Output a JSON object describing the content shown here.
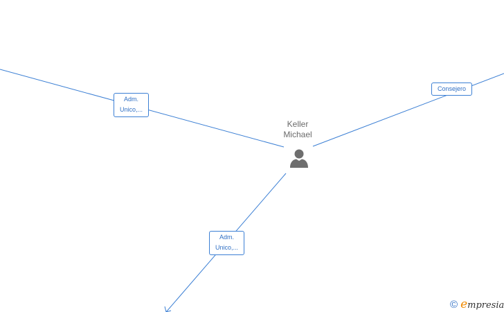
{
  "center": {
    "name_line1": "Keller",
    "name_line2": "Michael",
    "icon": "person-icon"
  },
  "edges": [
    {
      "role": "Adm. Unico,...",
      "line1": "Adm.",
      "line2": "Unico,...",
      "direction": "upper-left"
    },
    {
      "role": "Consejero",
      "line1": "Consejero",
      "direction": "upper-right"
    },
    {
      "role": "Adm. Unico,...",
      "line1": "Adm.",
      "line2": "Unico,...",
      "direction": "lower-left"
    }
  ],
  "footer": {
    "copyright_symbol": "©",
    "brand_initial": "e",
    "brand_rest": "mpresia"
  },
  "colors": {
    "edge": "#3b7fd4",
    "label_text": "#2f6fc4",
    "name_text": "#6b6b6b",
    "icon": "#6e6e6e",
    "brand_accent": "#f08a00"
  }
}
